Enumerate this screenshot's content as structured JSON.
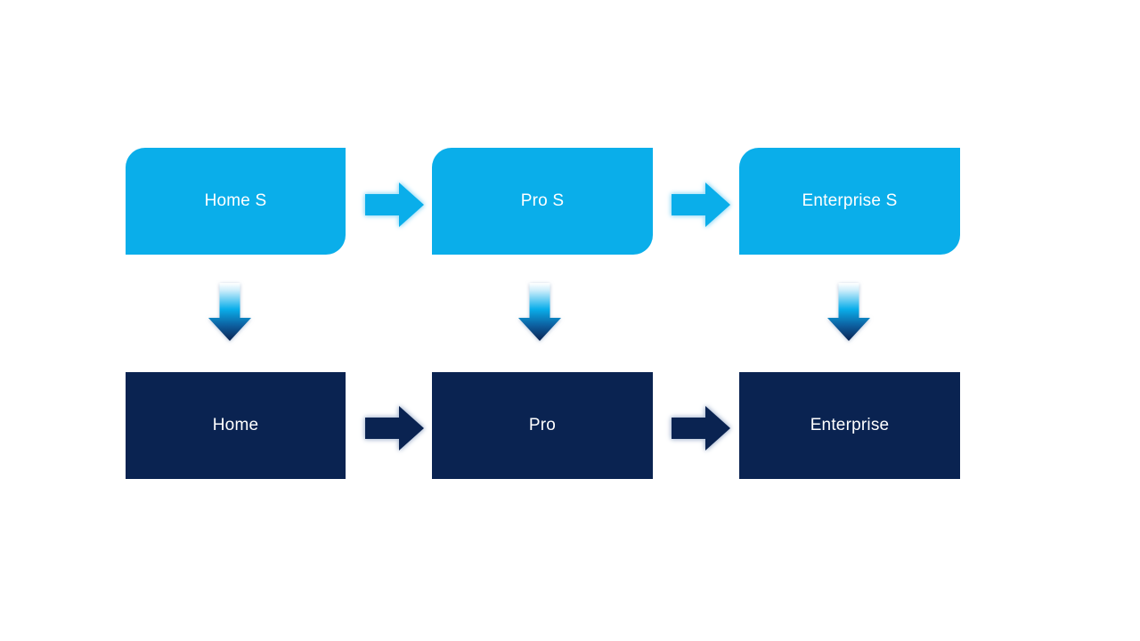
{
  "slide": {
    "background": "#ffffff"
  },
  "colors": {
    "cyan": "#0aaeea",
    "navy": "#0a2351",
    "cyan_glow": "#a5e0f8",
    "navy_glow": "#b7c4d9",
    "text": "#ffffff"
  },
  "diagram": {
    "top_row": [
      {
        "label": "Home S"
      },
      {
        "label": "Pro S"
      },
      {
        "label": "Enterprise S"
      }
    ],
    "bottom_row": [
      {
        "label": "Home"
      },
      {
        "label": "Pro"
      },
      {
        "label": "Enterprise"
      }
    ],
    "connectors": {
      "top_right_arrows": [
        "right-arrow",
        "right-arrow"
      ],
      "bottom_right_arrows": [
        "right-arrow",
        "right-arrow"
      ],
      "down_arrows": [
        "down-arrow",
        "down-arrow",
        "down-arrow"
      ]
    }
  }
}
